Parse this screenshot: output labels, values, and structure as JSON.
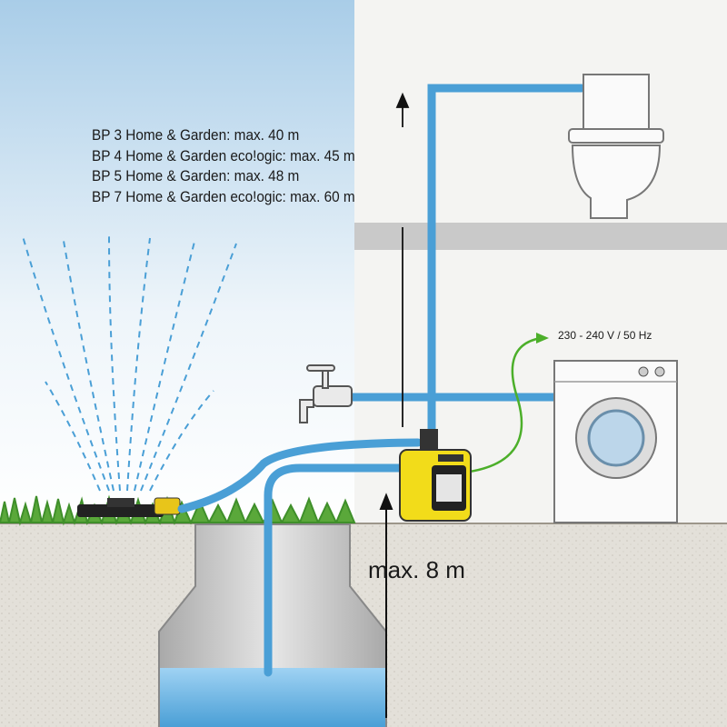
{
  "models": [
    "BP 3 Home & Garden: max. 40 m",
    "BP 4 Home & Garden eco!ogic: max. 45 m",
    "BP 5 Home & Garden: max. 48 m",
    "BP 7 Home & Garden eco!ogic: max. 60 m"
  ],
  "power_label": "230 - 240 V / 50 Hz",
  "suction_depth_label": "max. 8 m",
  "colors": {
    "pipe": "#4a9fd6",
    "pump": "#f2dc1a",
    "water": "#8cc8f0",
    "cable": "#4caf2a"
  }
}
